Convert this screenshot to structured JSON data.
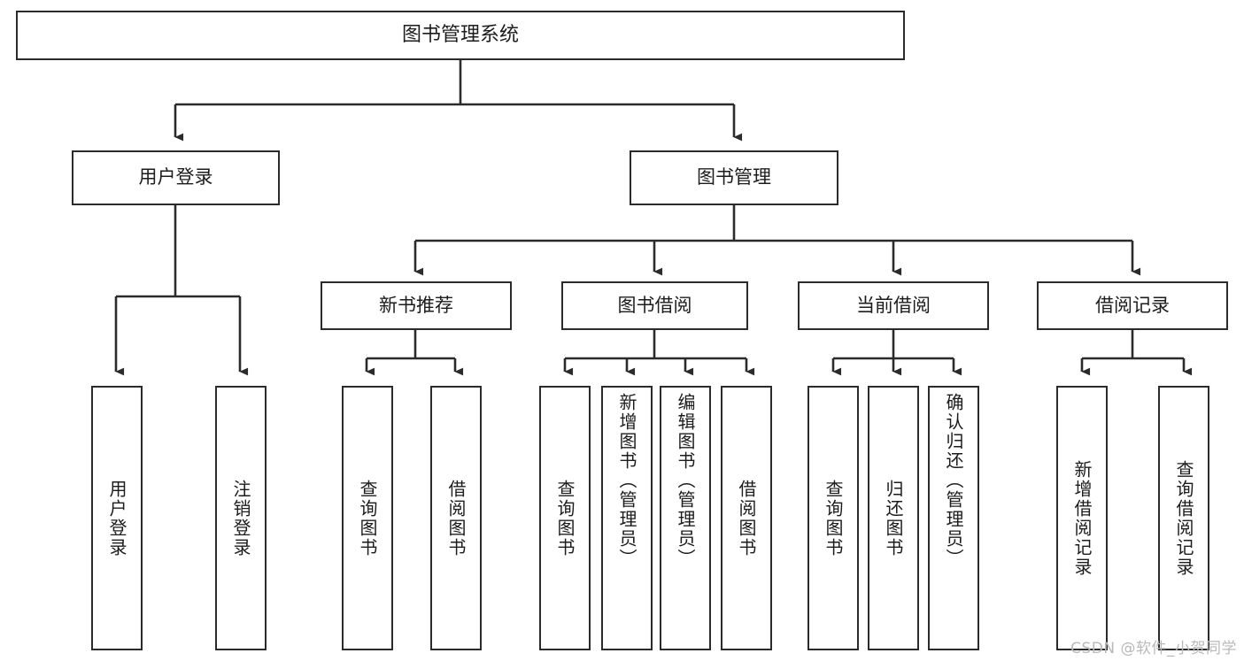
{
  "diagram": {
    "type": "tree-hierarchy-chart",
    "title": "图书管理系统",
    "stroke_color": "#2b2b2b",
    "fill_color": "#ffffff",
    "text_color": "#1c1c1c",
    "root": {
      "label": "图书管理系统"
    },
    "level2": [
      {
        "label": "用户登录"
      },
      {
        "label": "图书管理"
      }
    ],
    "level3": [
      {
        "label": "新书推荐"
      },
      {
        "label": "图书借阅"
      },
      {
        "label": "当前借阅"
      },
      {
        "label": "借阅记录"
      }
    ],
    "leaves": {
      "user_login": [
        {
          "label": "用户登录"
        },
        {
          "label": "注销登录"
        }
      ],
      "new_book_recommend": [
        {
          "label": "查询图书"
        },
        {
          "label": "借阅图书"
        }
      ],
      "book_borrow": [
        {
          "label": "查询图书"
        },
        {
          "label": "新增图书（管理员）"
        },
        {
          "label": "编辑图书（管理员）"
        },
        {
          "label": "借阅图书"
        }
      ],
      "current_borrow": [
        {
          "label": "查询图书"
        },
        {
          "label": "归还图书"
        },
        {
          "label": "确认归还（管理员）"
        }
      ],
      "borrow_record": [
        {
          "label": "新增借阅记录"
        },
        {
          "label": "查询借阅记录"
        }
      ]
    }
  },
  "watermark": {
    "text": "CSDN @软件_小贺同学"
  }
}
